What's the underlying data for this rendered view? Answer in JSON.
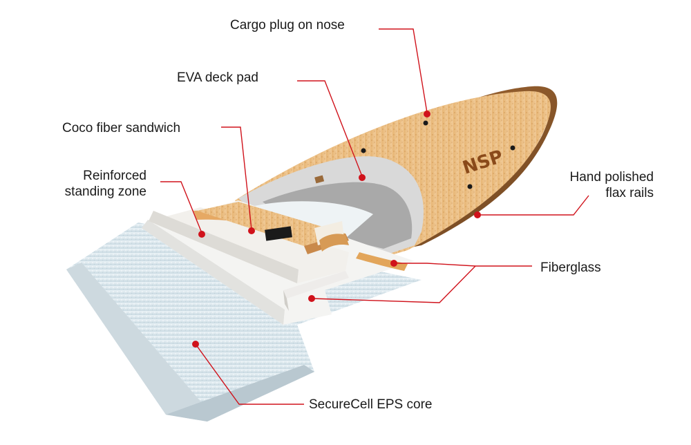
{
  "brand_logo": "NSP",
  "labels": {
    "cargo_plug": "Cargo plug on nose",
    "eva_deck_pad": "EVA deck pad",
    "coco_fiber": "Coco fiber sandwich",
    "reinforced_line1": "Reinforced",
    "reinforced_line2": "standing zone",
    "hand_polished_line1": "Hand polished",
    "hand_polished_line2": "flax rails",
    "fiberglass": "Fiberglass",
    "eps_core": "SecureCell EPS core"
  },
  "colors": {
    "callout_line": "#d0121b",
    "callout_dot": "#d0121b",
    "coco_wood": "#e8b878",
    "rail_brown": "#8b5a2b",
    "eva_pad": "#d9d9d9",
    "eps_core": "#dfeaf0"
  }
}
